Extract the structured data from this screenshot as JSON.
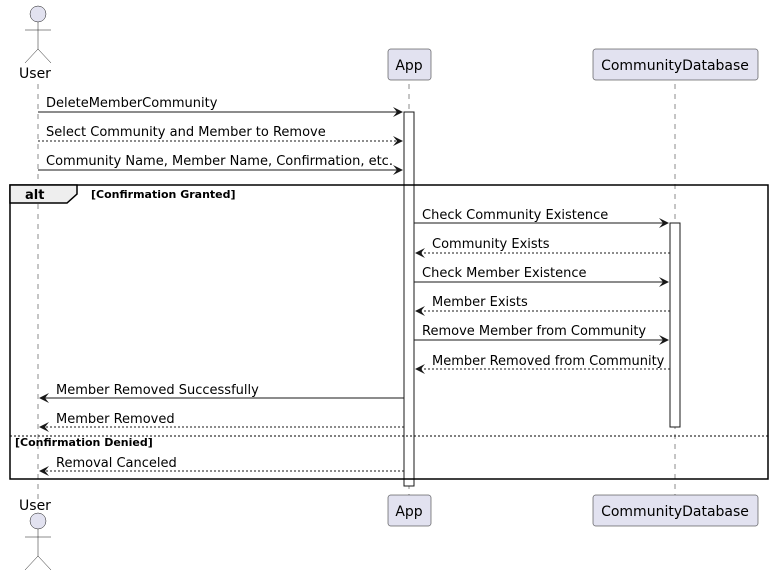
{
  "participants": {
    "user": {
      "name": "User"
    },
    "app": {
      "name": "App"
    },
    "db": {
      "name": "CommunityDatabase"
    }
  },
  "messages": [
    {
      "from": "user",
      "to": "app",
      "style": "solid",
      "text": "DeleteMemberCommunity"
    },
    {
      "from": "user",
      "to": "app",
      "style": "dashed",
      "text": "Select Community and Member to Remove"
    },
    {
      "from": "user",
      "to": "app",
      "style": "solid",
      "text": "Community Name, Member Name, Confirmation, etc."
    },
    {
      "from": "app",
      "to": "db",
      "style": "solid",
      "text": "Check Community Existence"
    },
    {
      "from": "db",
      "to": "app",
      "style": "dashed",
      "text": "Community Exists"
    },
    {
      "from": "app",
      "to": "db",
      "style": "solid",
      "text": "Check Member Existence"
    },
    {
      "from": "db",
      "to": "app",
      "style": "dashed",
      "text": "Member Exists"
    },
    {
      "from": "app",
      "to": "db",
      "style": "solid",
      "text": "Remove Member from Community"
    },
    {
      "from": "db",
      "to": "app",
      "style": "dashed",
      "text": "Member Removed from Community"
    },
    {
      "from": "app",
      "to": "user",
      "style": "solid",
      "text": "Member Removed Successfully"
    },
    {
      "from": "app",
      "to": "user",
      "style": "dashed",
      "text": "Member Removed"
    },
    {
      "from": "app",
      "to": "user",
      "style": "dashed",
      "text": "Removal Canceled"
    }
  ],
  "alt": {
    "keyword": "alt",
    "guard_1": "[Confirmation Granted]",
    "guard_2": "[Confirmation Denied]"
  }
}
